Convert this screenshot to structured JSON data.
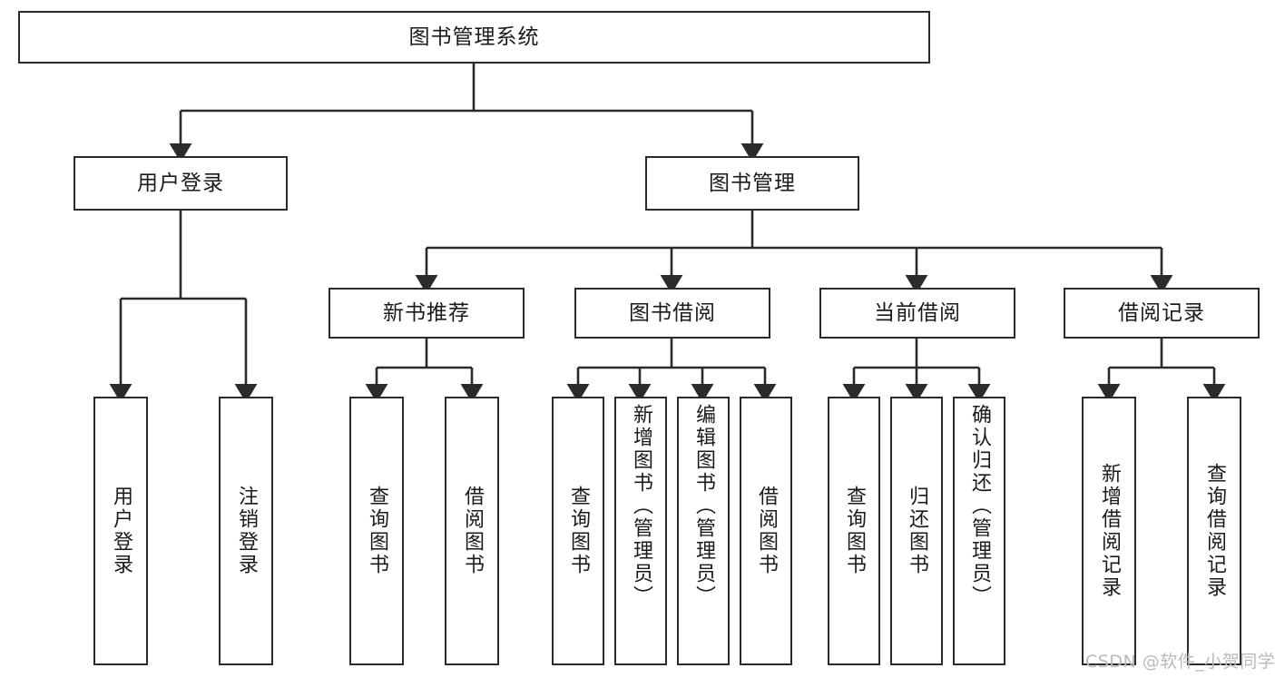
{
  "diagram": {
    "title": "图书管理系统",
    "watermark": "CSDN @软件_小贺同学",
    "colors": {
      "box_border": "#2b2b2b",
      "box_fill": "#ffffff",
      "edge": "#2b2b2b",
      "text": "#1a1a1a",
      "watermark": "#b9b9b9",
      "background": "#ffffff"
    },
    "nodes": {
      "root": {
        "label": "图书管理系统"
      },
      "level2": [
        {
          "label": "用户登录"
        },
        {
          "label": "图书管理"
        }
      ],
      "level3": [
        {
          "label": "新书推荐"
        },
        {
          "label": "图书借阅"
        },
        {
          "label": "当前借阅"
        },
        {
          "label": "借阅记录"
        }
      ],
      "level4": [
        {
          "label": "用户登录"
        },
        {
          "label": "注销登录"
        },
        {
          "label": "查询图书"
        },
        {
          "label": "借阅图书"
        },
        {
          "label": "查询图书"
        },
        {
          "label": "新增图书（管理员）"
        },
        {
          "label": "编辑图书（管理员）"
        },
        {
          "label": "借阅图书"
        },
        {
          "label": "查询图书"
        },
        {
          "label": "归还图书"
        },
        {
          "label": "确认归还（管理员）"
        },
        {
          "label": "新增借阅记录"
        },
        {
          "label": "查询借阅记录"
        }
      ]
    }
  }
}
